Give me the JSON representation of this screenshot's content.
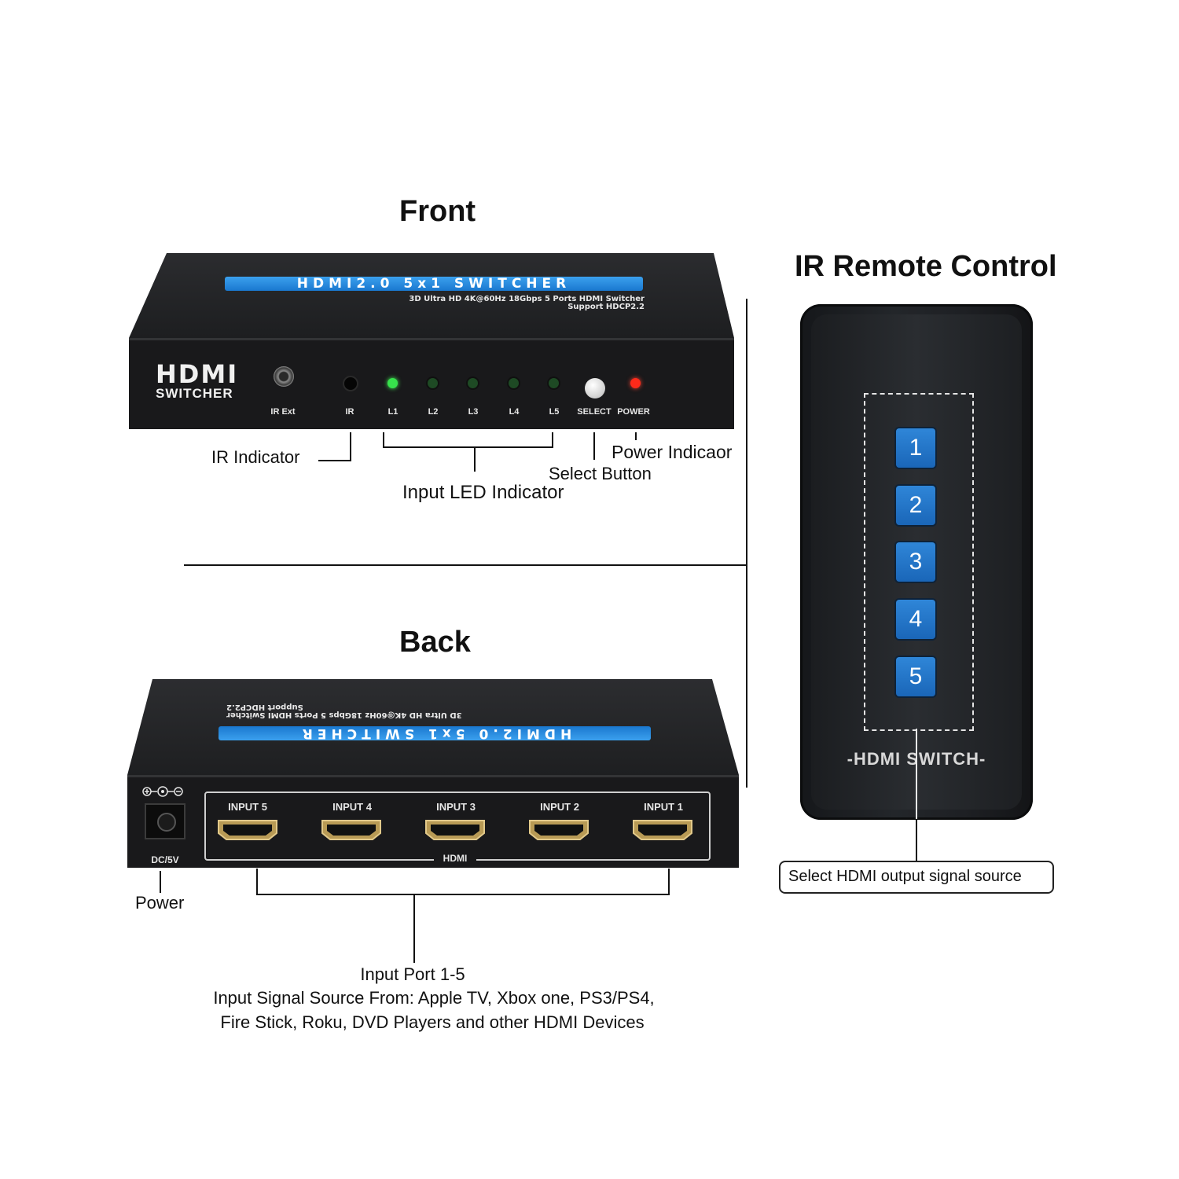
{
  "headings": {
    "front": "Front",
    "back": "Back",
    "remote": "IR Remote Control"
  },
  "front_device": {
    "strip_text": "HDMI2.0 5x1 SWITCHER",
    "spec_line1": "3D Ultra HD 4K@60Hz 18Gbps 5 Ports HDMI Switcher",
    "spec_line2": "Support HDCP2.2",
    "logo_main": "HDMI",
    "logo_sub": "SWITCHER",
    "panel_labels": [
      "IR Ext",
      "IR",
      "L1",
      "L2",
      "L3",
      "L4",
      "L5",
      "SELECT",
      "POWER"
    ],
    "led_colors": {
      "active": "#34e04a",
      "idle": "#1f4a24",
      "power": "#ff2a1a",
      "ir": "#0a0a0a"
    }
  },
  "front_callouts": {
    "ir_indicator": "IR Indicator",
    "input_led": "Input LED Indicator",
    "select_button": "Select Button",
    "power_indicator": "Power Indicaor"
  },
  "back_device": {
    "strip_text": "HDMI2.0 5x1 SWITCHER",
    "spec_line1": "3D Ultra HD 4K@60Hz 18Gbps 5 Ports HDMI Switcher",
    "spec_line2": "Support HDCP2.2",
    "inputs": [
      "INPUT 5",
      "INPUT 4",
      "INPUT 3",
      "INPUT 2",
      "INPUT 1"
    ],
    "hdmi_label": "HDMI",
    "dc_label": "DC/5V"
  },
  "back_callouts": {
    "power": "Power",
    "input_port": "Input Port 1-5",
    "source_line1": "Input Signal Source From: Apple TV, Xbox one, PS3/PS4,",
    "source_line2": "Fire Stick, Roku, DVD Players and other HDMI Devices"
  },
  "remote": {
    "buttons": [
      "1",
      "2",
      "3",
      "4",
      "5"
    ],
    "brand": "-HDMI SWITCH-",
    "callout": "Select HDMI output signal source"
  },
  "colors": {
    "accent_blue": "#2a8fe4",
    "device_body": "#1c1d1f"
  }
}
